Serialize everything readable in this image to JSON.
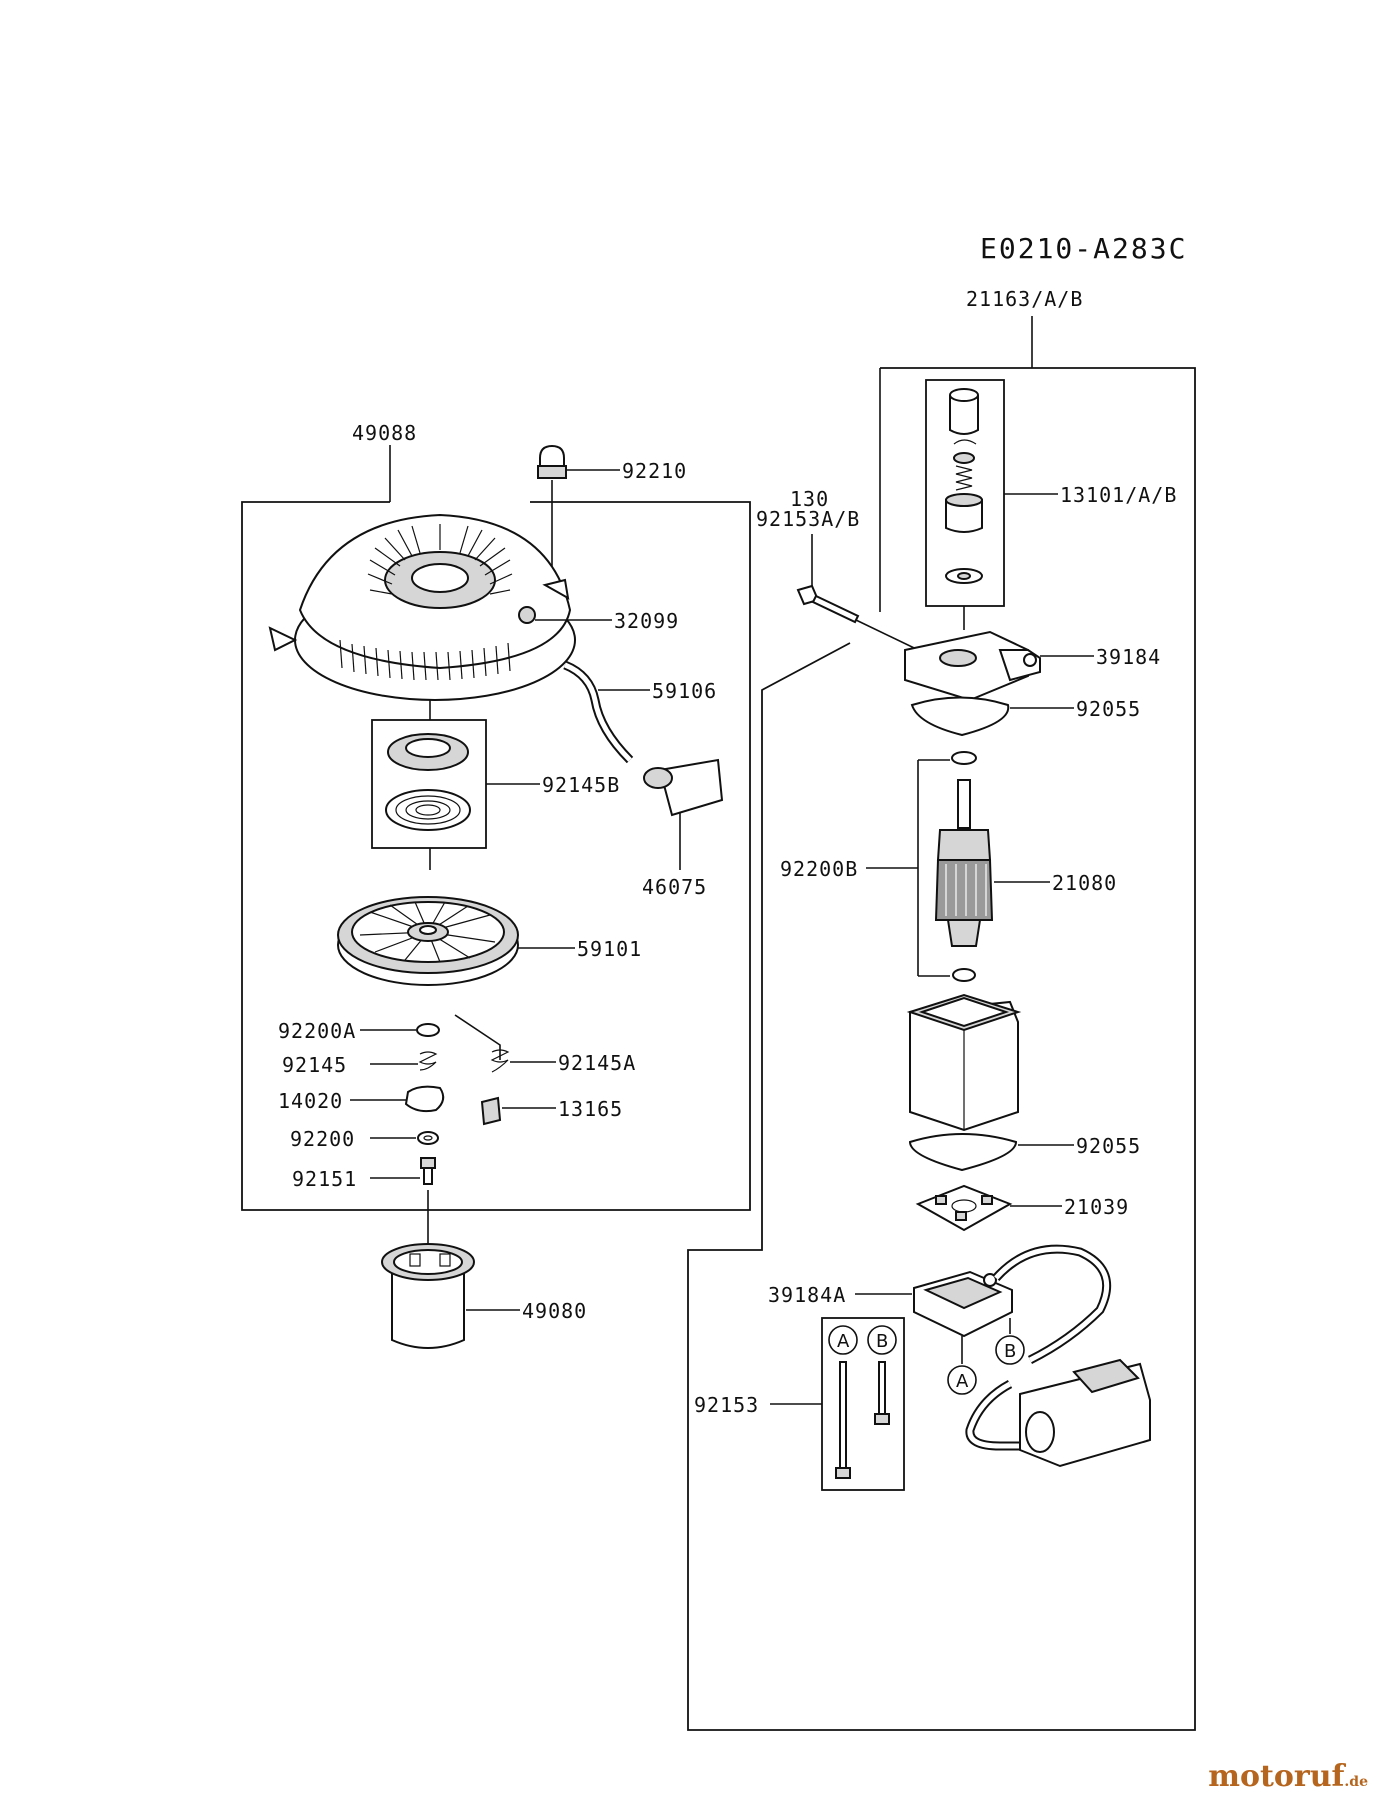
{
  "diagram_code": "E0210-A283C",
  "parts": {
    "p49088": "49088",
    "p92210": "92210",
    "p32099": "32099",
    "p59106": "59106",
    "p92145B": "92145B",
    "p46075": "46075",
    "p59101": "59101",
    "p92200A": "92200A",
    "p92145": "92145",
    "p92145A": "92145A",
    "p14020": "14020",
    "p13165": "13165",
    "p92200": "92200",
    "p92151": "92151",
    "p49080": "49080",
    "p21163": "21163/A/B",
    "p130": "130",
    "p92153AB": "92153A/B",
    "p13101": "13101/A/B",
    "p39184": "39184",
    "p92055a": "92055",
    "p92200B": "92200B",
    "p21080": "21080",
    "p92055b": "92055",
    "p21039": "21039",
    "p39184A": "39184A",
    "p92153": "92153"
  },
  "connectors": {
    "a": "A",
    "b": "B"
  },
  "watermark": {
    "brand": "motoruf",
    "domain": ".de"
  }
}
